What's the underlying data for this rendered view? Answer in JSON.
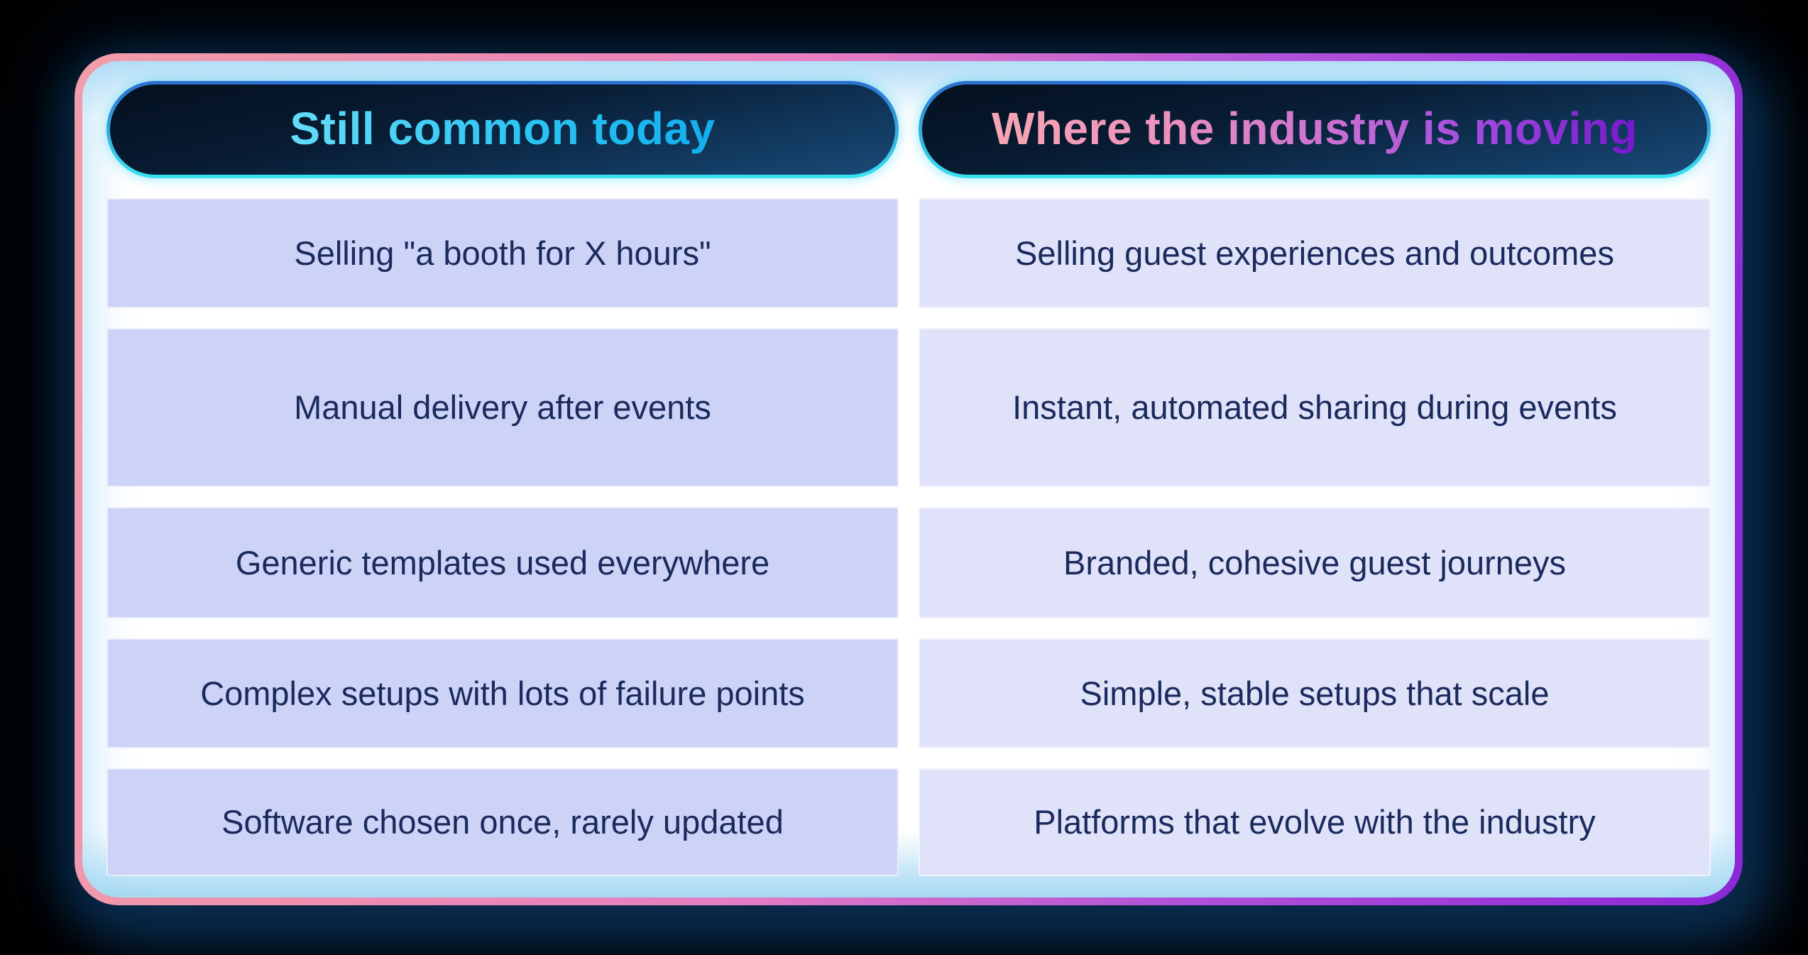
{
  "chart_data": {
    "type": "table",
    "title": "",
    "columns": [
      "Still common today",
      "Where the industry is moving"
    ],
    "rows": [
      [
        "Selling \"a booth for X hours\"",
        "Selling guest experiences and outcomes"
      ],
      [
        "Manual delivery after events",
        "Instant, automated sharing during events"
      ],
      [
        "Generic templates used everywhere",
        "Branded, cohesive guest journeys"
      ],
      [
        "Complex setups with lots of failure points",
        "Simple, stable setups that scale"
      ],
      [
        "Software chosen once, rarely updated",
        "Platforms that evolve with the industry"
      ]
    ],
    "layout": "two-column comparison table, header pills above each column, legend none, grid off"
  },
  "colors": {
    "page_background": "#000000",
    "card_border_gradient": [
      "#f29daa",
      "#e77ec2",
      "#8c27d6"
    ],
    "card_background": "#ffffff",
    "card_inner_glow": "#a0d7f5",
    "card_shadow": "#092c4e",
    "pill_background_top": "#04101f",
    "pill_background_bottom": "#1a4a78",
    "pill_rim_top": "#2d6fd0",
    "pill_rim_bottom": "#38e3f3",
    "header_left_text_gradient": [
      "#63dcf9",
      "#12aeee"
    ],
    "header_right_text_gradient": [
      "#f7a5b2",
      "#cf74d0",
      "#7518cc"
    ],
    "cell_left_background": "#ccd3f7",
    "cell_right_background": "#dfe2f9",
    "cell_text": "#1a2a5c"
  }
}
